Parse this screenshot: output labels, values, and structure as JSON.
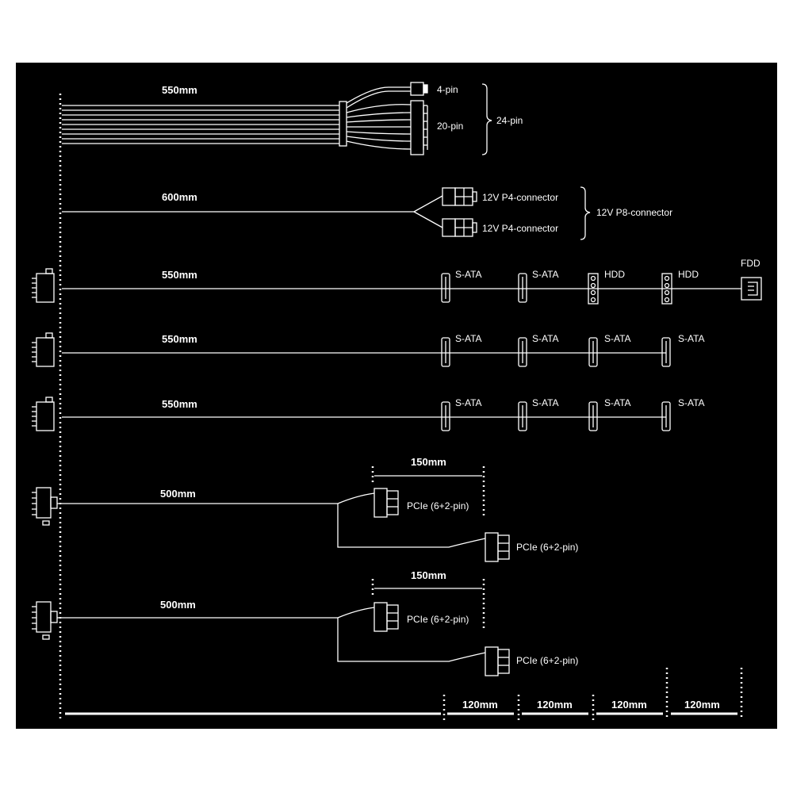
{
  "cables": {
    "atx": {
      "length": "550mm",
      "pin4": "4-pin",
      "pin20": "20-pin",
      "total": "24-pin"
    },
    "cpu": {
      "length": "600mm",
      "conn_a": "12V P4-connector",
      "conn_b": "12V P4-connector",
      "total": "12V P8-connector"
    },
    "sata_hdd": {
      "length": "550mm",
      "c1": "S-ATA",
      "c2": "S-ATA",
      "c3": "HDD",
      "c4": "HDD",
      "c5": "FDD"
    },
    "sata_1": {
      "length": "550mm",
      "c1": "S-ATA",
      "c2": "S-ATA",
      "c3": "S-ATA",
      "c4": "S-ATA"
    },
    "sata_2": {
      "length": "550mm",
      "c1": "S-ATA",
      "c2": "S-ATA",
      "c3": "S-ATA",
      "c4": "S-ATA"
    },
    "pcie_1": {
      "length": "500mm",
      "branch": "150mm",
      "conn_a": "PCIe (6+2-pin)",
      "conn_b": "PCIe (6+2-pin)"
    },
    "pcie_2": {
      "length": "500mm",
      "branch": "150mm",
      "conn_a": "PCIe (6+2-pin)",
      "conn_b": "PCIe (6+2-pin)"
    }
  },
  "scale": {
    "seg1": "120mm",
    "seg2": "120mm",
    "seg3": "120mm",
    "seg4": "120mm"
  },
  "colors": {
    "background": "#000000",
    "line": "#ffffff"
  }
}
